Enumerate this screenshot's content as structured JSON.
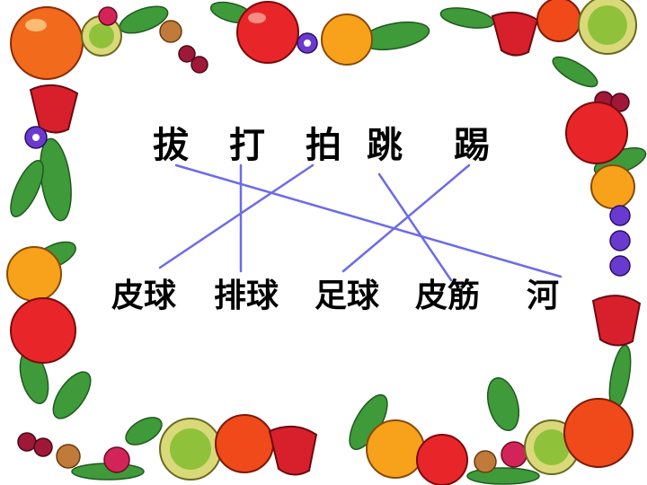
{
  "verbs": [
    {
      "id": "v1",
      "text": "拔"
    },
    {
      "id": "v2",
      "text": "打"
    },
    {
      "id": "v3",
      "text": "拍"
    },
    {
      "id": "v4",
      "text": "跳"
    },
    {
      "id": "v5",
      "text": "踢"
    }
  ],
  "objects": [
    {
      "id": "o1",
      "text": "皮球"
    },
    {
      "id": "o2",
      "text": "排球"
    },
    {
      "id": "o3",
      "text": "足球"
    },
    {
      "id": "o4",
      "text": "皮筋"
    },
    {
      "id": "o5",
      "text": "河"
    }
  ],
  "matches": [
    {
      "from": "v1",
      "to": "o5"
    },
    {
      "from": "v2",
      "to": "o2"
    },
    {
      "from": "v3",
      "to": "o1"
    },
    {
      "from": "v4",
      "to": "o4"
    },
    {
      "from": "v5",
      "to": "o3"
    }
  ],
  "line_color": "#6b6bea",
  "frame_theme": "fruit-and-vegetable-border"
}
